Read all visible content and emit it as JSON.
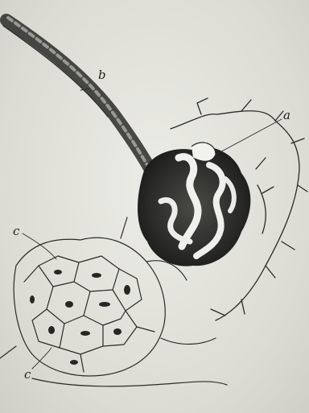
{
  "figure": {
    "labels": {
      "b": "b",
      "a": "a",
      "c_top": "c",
      "c_bottom": "c"
    }
  }
}
